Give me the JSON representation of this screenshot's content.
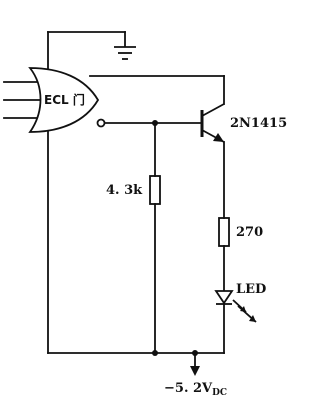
{
  "circuit": {
    "gate_label": "ECL 门",
    "transistor_label": "2N1415",
    "resistor_a_label": "4. 3k",
    "resistor_b_label": "270",
    "led_label": "LED",
    "supply_label_main": "−5. 2V",
    "supply_label_sub": "DC"
  }
}
